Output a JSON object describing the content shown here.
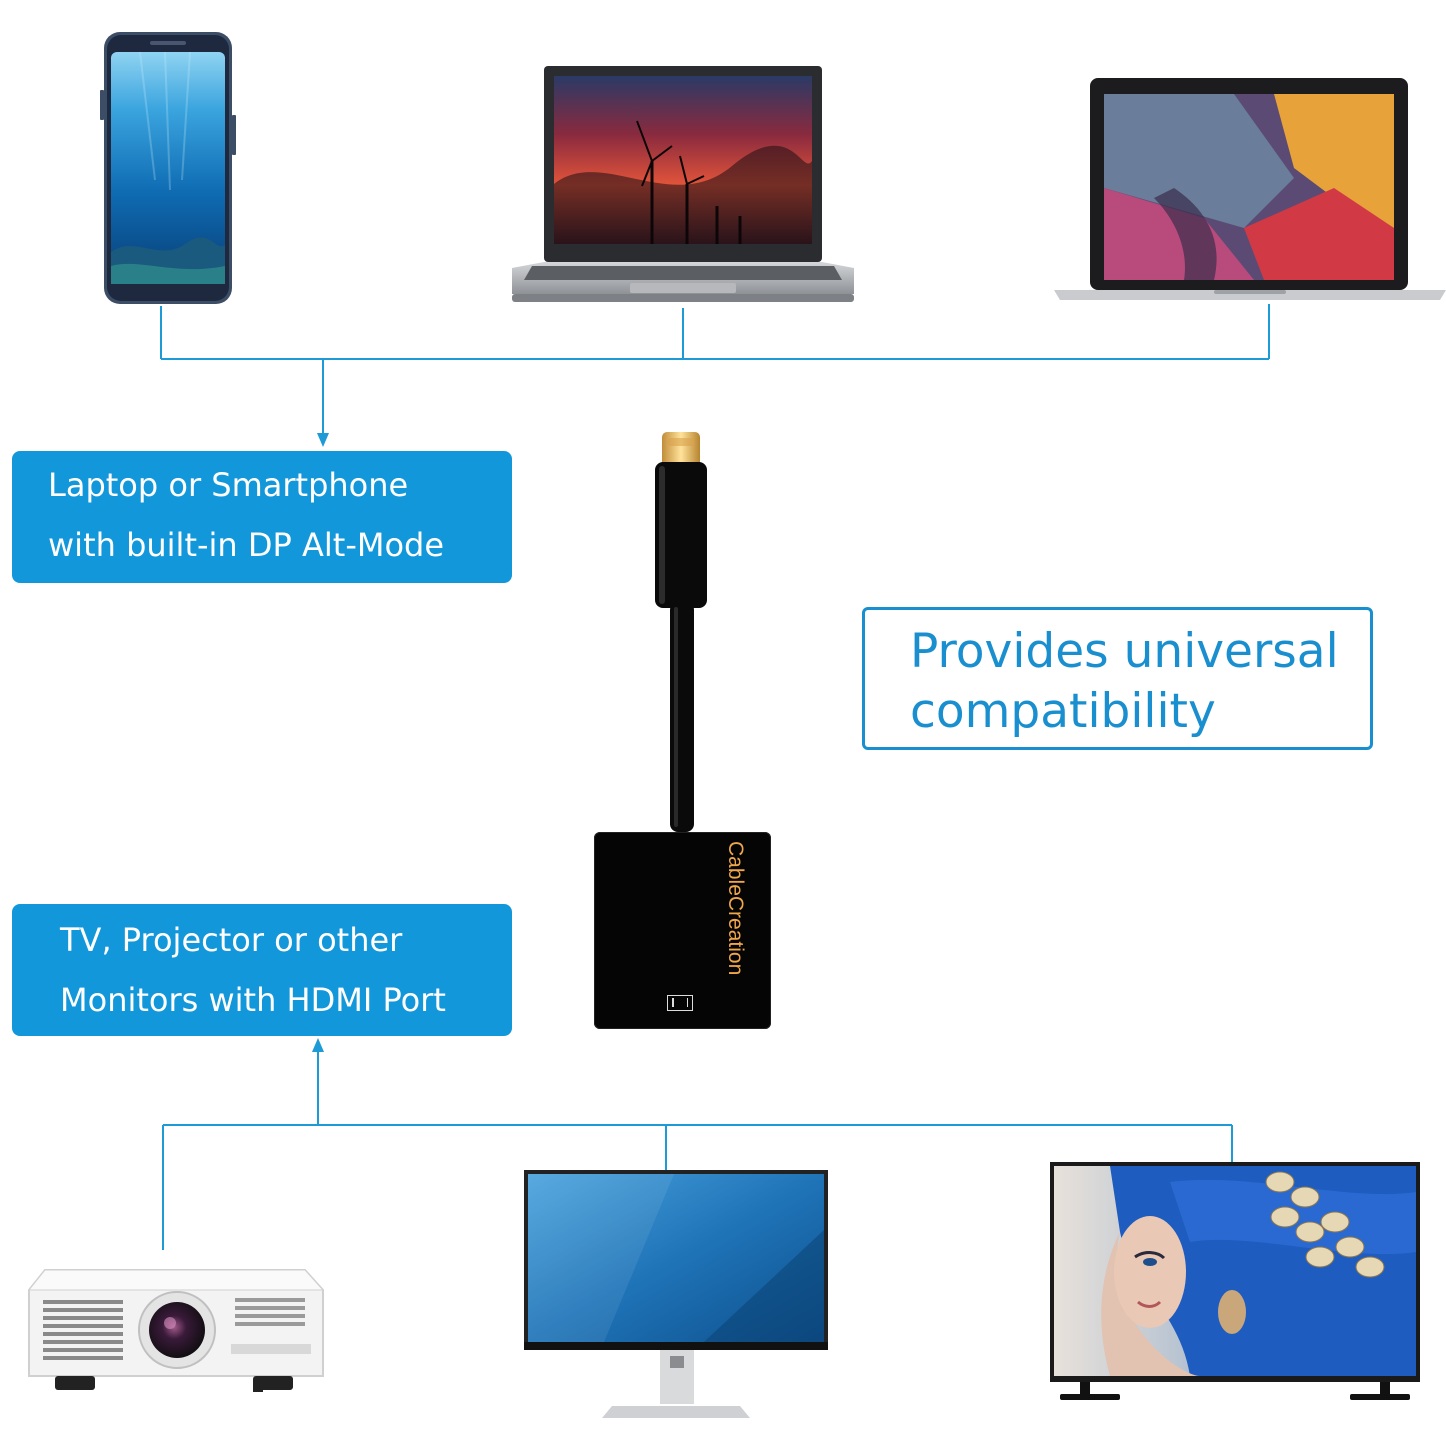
{
  "labels": {
    "source_box": {
      "line1": "Laptop or Smartphone",
      "line2": "with built-in DP Alt-Mode"
    },
    "display_box": {
      "line1": "TV, Projector or other",
      "line2": "Monitors with HDMI Port"
    },
    "callout": {
      "line1": "Provides universal",
      "line2": "compatibility"
    }
  },
  "adapter": {
    "brand": "CableCreation"
  },
  "devices": {
    "top": [
      "smartphone",
      "windows-laptop",
      "macbook"
    ],
    "bottom": [
      "projector",
      "computer-monitor",
      "tv"
    ]
  },
  "colors": {
    "accent_blue": "#1397db",
    "line_blue": "#1e9ad6",
    "brand_orange": "#f0a64a"
  }
}
